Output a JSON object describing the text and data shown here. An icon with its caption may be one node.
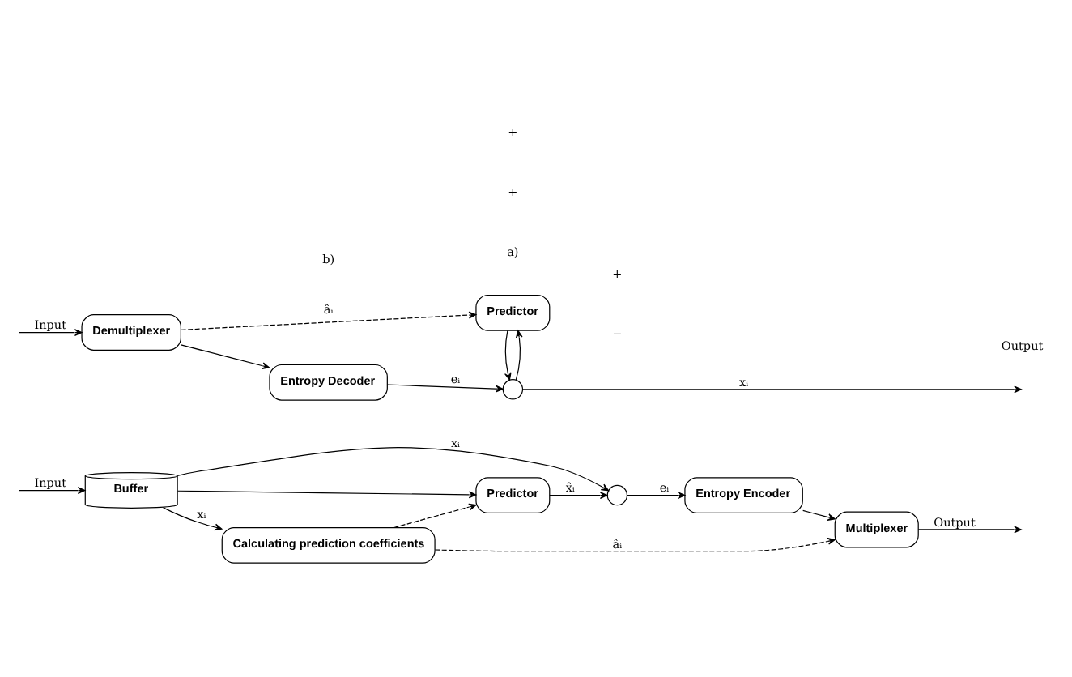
{
  "diagram": {
    "nodes": [
      {
        "text": [
          "Buffer"
        ]
      },
      {
        "text": [
          "Predictor"
        ]
      },
      {
        "text": [
          "Calculating prediction coefficients"
        ]
      },
      {
        "text": [],
        "shape": "circle"
      },
      {
        "text": [
          "Entropy Encoder"
        ]
      },
      {
        "text": [
          "Multiplexer"
        ]
      },
      {
        "text": [
          "Demultiplexer"
        ]
      },
      {
        "text": [
          "Entropy Decoder"
        ]
      },
      {
        "text": [],
        "shape": "circle"
      },
      {
        "text": [
          "Predictor"
        ]
      }
    ],
    "edges": [
      {
        "from": null,
        "to": 0,
        "arrow": "to",
        "label": "Input"
      },
      {
        "from": 0,
        "to": 3,
        "arrow": "to",
        "label": "xᵢ"
      },
      {
        "from": 0,
        "to": 1,
        "arrow": "to"
      },
      {
        "from": 0,
        "to": 2,
        "arrow": "to",
        "label": "xᵢ"
      },
      {
        "from": 1,
        "to": 3,
        "arrow": "to",
        "label": "x̂ᵢ"
      },
      {
        "from": 3,
        "to": 4,
        "arrow": "to",
        "label": "eᵢ"
      },
      {
        "from": 4,
        "to": 5,
        "arrow": "to"
      },
      {
        "from": 2,
        "to": 1,
        "arrow": "to",
        "style": "dashed"
      },
      {
        "from": 2,
        "to": 5,
        "arrow": "to",
        "style": "dashed",
        "label": "âᵢ"
      },
      {
        "from": 5,
        "to": null,
        "arrow": "to",
        "label": "Output"
      },
      {
        "from": null,
        "to": 6,
        "arrow": "to",
        "label": "Input"
      },
      {
        "from": 6,
        "to": 7,
        "arrow": "to"
      },
      {
        "from": 7,
        "to": 8,
        "arrow": "to",
        "label": "eᵢ"
      },
      {
        "from": 8,
        "to": null,
        "arrow": "to",
        "label": "xᵢ"
      },
      {
        "from": 8,
        "to": 9,
        "arrow": "to"
      },
      {
        "from": 9,
        "to": 8,
        "arrow": "to"
      },
      {
        "from": 6,
        "to": 9,
        "arrow": "to",
        "style": "dashed",
        "label": "âᵢ"
      }
    ],
    "labels": [
      "−",
      "+",
      "a)",
      "+",
      "+",
      "Output",
      "b)"
    ]
  }
}
